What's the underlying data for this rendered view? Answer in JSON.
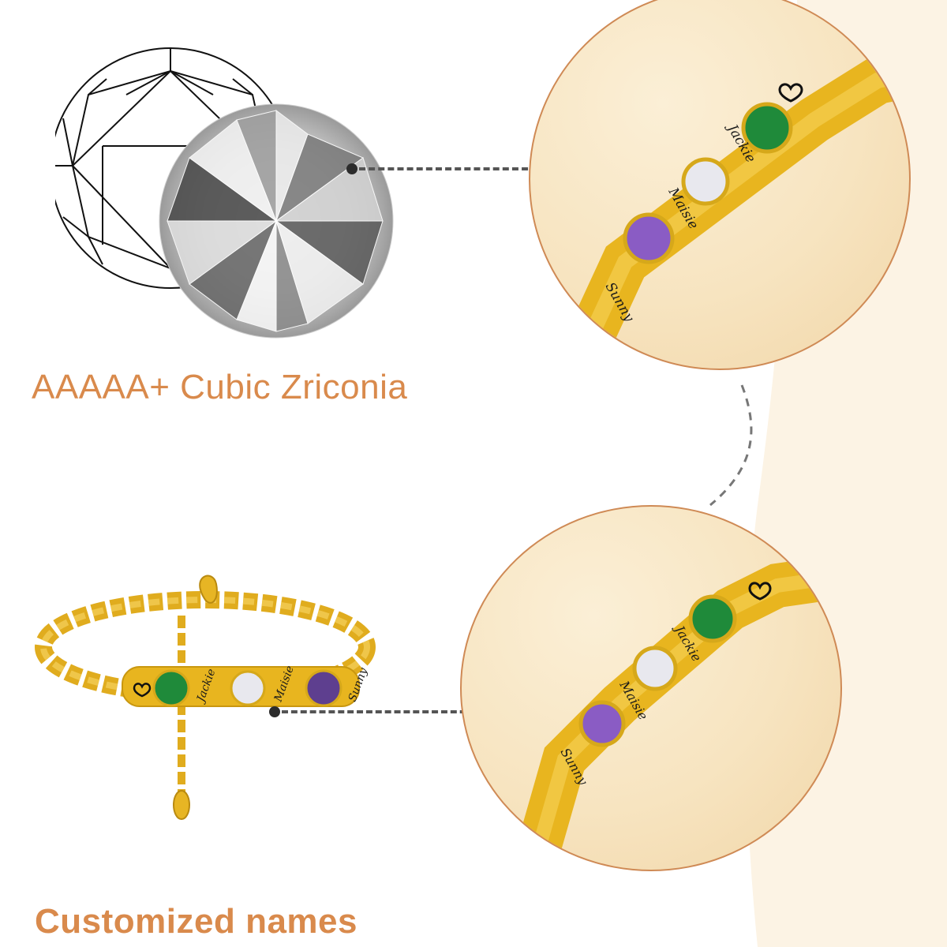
{
  "headlines": {
    "top": "AAAAA+ Cubic Zriconia",
    "bottom": "Customized names"
  },
  "bracelet": {
    "engraved_names": [
      "Sunny",
      "Maisie",
      "Jackie"
    ],
    "charm_icon": "heart-icon",
    "stones": [
      {
        "name": "purple-stone",
        "color": "#8a5cc4"
      },
      {
        "name": "clear-stone",
        "color": "#e8e8ee"
      },
      {
        "name": "green-stone",
        "color": "#1f8a3a"
      }
    ]
  },
  "colors": {
    "headline": "#d98a4c",
    "circle_border": "#cf8a55",
    "circle_fill": "#f7e4c0",
    "background_cream": "#fcf3e4",
    "gold": "#e8b51f",
    "connector": "#555555"
  }
}
